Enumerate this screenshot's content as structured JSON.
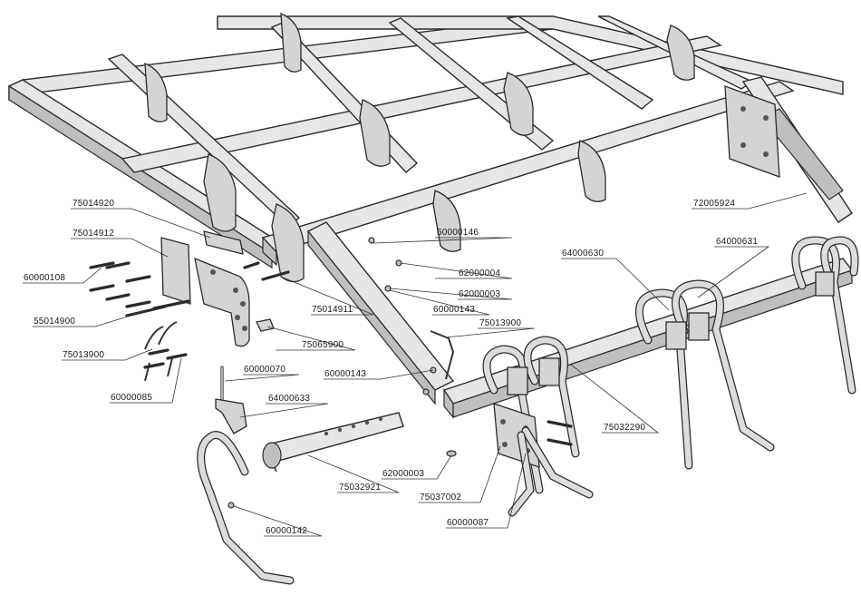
{
  "diagram": {
    "labels": [
      {
        "id": "75014920",
        "text": "75014920"
      },
      {
        "id": "75014912",
        "text": "75014912"
      },
      {
        "id": "60000108",
        "text": "60000108"
      },
      {
        "id": "55014900",
        "text": "55014900"
      },
      {
        "id": "75013900a",
        "text": "75013900"
      },
      {
        "id": "60000085",
        "text": "60000085"
      },
      {
        "id": "75014911",
        "text": "75014911"
      },
      {
        "id": "75065900",
        "text": "75065900"
      },
      {
        "id": "60000070",
        "text": "60000070"
      },
      {
        "id": "64000633",
        "text": "64000633"
      },
      {
        "id": "60000143a",
        "text": "60000143"
      },
      {
        "id": "60000146",
        "text": "60000146"
      },
      {
        "id": "62000004",
        "text": "62000004"
      },
      {
        "id": "62000003a",
        "text": "62000003"
      },
      {
        "id": "60000143b",
        "text": "60000143"
      },
      {
        "id": "75013900b",
        "text": "75013900"
      },
      {
        "id": "72005924",
        "text": "72005924"
      },
      {
        "id": "64000630",
        "text": "64000630"
      },
      {
        "id": "64000631",
        "text": "64000631"
      },
      {
        "id": "75032290",
        "text": "75032290"
      },
      {
        "id": "75032921",
        "text": "75032921"
      },
      {
        "id": "62000003b",
        "text": "62000003"
      },
      {
        "id": "75037002",
        "text": "75037002"
      },
      {
        "id": "60000087",
        "text": "60000087"
      },
      {
        "id": "60000142",
        "text": "60000142"
      }
    ]
  }
}
